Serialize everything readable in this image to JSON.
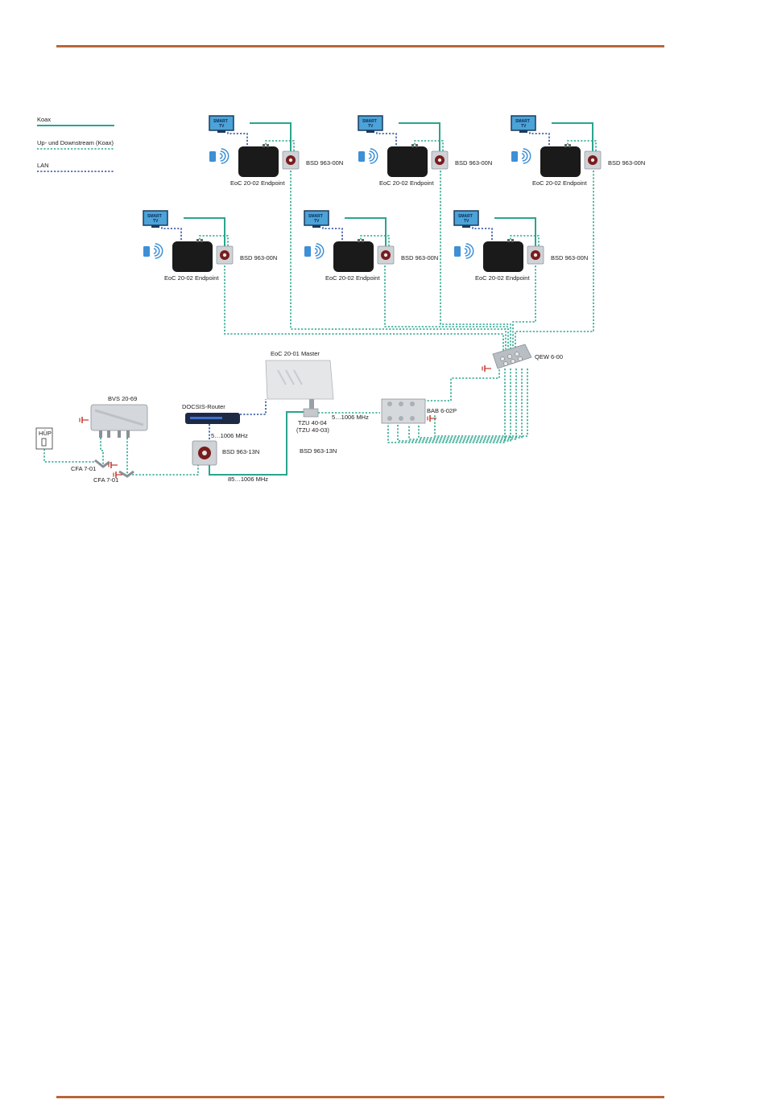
{
  "legend": {
    "koax": "Koax",
    "updown": "Up- und Downstream (Koax)",
    "lan": "LAN"
  },
  "colors": {
    "rule": "#b8663a",
    "koax": "#2aa58e",
    "lan": "#2c4f9e",
    "device_dark": "#1a1a1a",
    "tv_screen": "#4ba3d8"
  },
  "labels": {
    "smart_tv_line1": "SMART",
    "smart_tv_line2": "TV",
    "endpoint": "EoC 20-02 Endpoint",
    "outlet": "BSD 963-00N",
    "master": "EoC 20-01 Master",
    "router": "DOCSIS-Router",
    "amp": "BVS 20-69",
    "hup": "HÜP",
    "cfa1": "CFA 7-01",
    "cfa2": "CFA 7-01",
    "outlet_13n_a": "BSD 963-13N",
    "outlet_13n_b": "BSD 963-13N",
    "tzu_line1": "TZU 40-04",
    "tzu_line2": "(TZU 40-03)",
    "freq1": "5…1006 MHz",
    "freq2": "5…1006 MHz",
    "freq3": "85…1006 MHz",
    "splitter": "BAB 6-02P",
    "junction": "QEW 6-00"
  },
  "icons": [
    "smart-tv-icon",
    "tablet-icon",
    "wifi-icon",
    "eoc-endpoint-icon",
    "wall-outlet-icon",
    "ground-icon",
    "router-icon",
    "amplifier-icon",
    "splitter-icon"
  ]
}
